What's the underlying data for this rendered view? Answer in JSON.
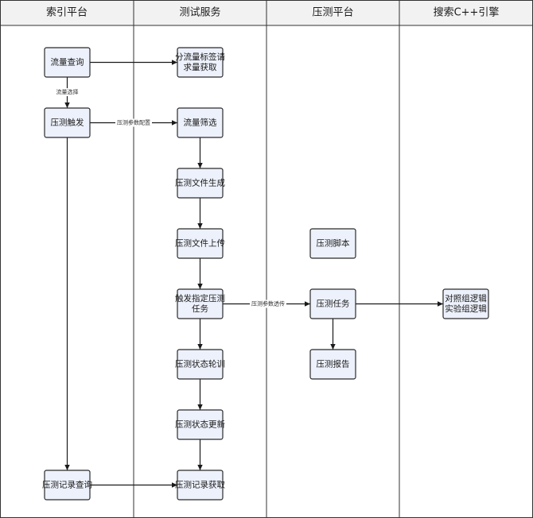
{
  "lanes": [
    {
      "id": "index",
      "title": "索引平台"
    },
    {
      "id": "test",
      "title": "测试服务"
    },
    {
      "id": "press",
      "title": "压测平台"
    },
    {
      "id": "engine",
      "title": "搜索C++引擎"
    }
  ],
  "nodes": [
    {
      "id": "n_flow_query",
      "lines": [
        "流量查询"
      ]
    },
    {
      "id": "n_trigger",
      "lines": [
        "压测触发"
      ]
    },
    {
      "id": "n_record_query",
      "lines": [
        "压测记录查询"
      ]
    },
    {
      "id": "n_fetch",
      "lines": [
        "分流量标签请",
        "求量获取"
      ]
    },
    {
      "id": "n_filter",
      "lines": [
        "流量筛选"
      ]
    },
    {
      "id": "n_gen",
      "lines": [
        "压测文件生成"
      ]
    },
    {
      "id": "n_upload",
      "lines": [
        "压测文件上传"
      ]
    },
    {
      "id": "n_trigger_task",
      "lines": [
        "触发指定压测",
        "任务"
      ]
    },
    {
      "id": "n_poll",
      "lines": [
        "压测状态轮训"
      ]
    },
    {
      "id": "n_update",
      "lines": [
        "压测状态更新"
      ]
    },
    {
      "id": "n_record_fetch",
      "lines": [
        "压测记录获取"
      ]
    },
    {
      "id": "n_script",
      "lines": [
        "压测脚本"
      ]
    },
    {
      "id": "n_task",
      "lines": [
        "压测任务"
      ]
    },
    {
      "id": "n_report",
      "lines": [
        "压测报告"
      ]
    },
    {
      "id": "n_logic",
      "lines": [
        "对照组逻辑",
        "实验组逻辑"
      ]
    }
  ],
  "edges": [
    {
      "id": "e1",
      "label": ""
    },
    {
      "id": "e2",
      "label": "流量选择"
    },
    {
      "id": "e3",
      "label": "压测参数配置"
    },
    {
      "id": "e4",
      "label": ""
    },
    {
      "id": "e5",
      "label": ""
    },
    {
      "id": "e6",
      "label": ""
    },
    {
      "id": "e7",
      "label": ""
    },
    {
      "id": "e8",
      "label": "压测参数透传"
    },
    {
      "id": "e9",
      "label": ""
    },
    {
      "id": "e10",
      "label": ""
    },
    {
      "id": "e11",
      "label": ""
    },
    {
      "id": "e12",
      "label": ""
    },
    {
      "id": "e13",
      "label": ""
    },
    {
      "id": "e14",
      "label": ""
    }
  ]
}
